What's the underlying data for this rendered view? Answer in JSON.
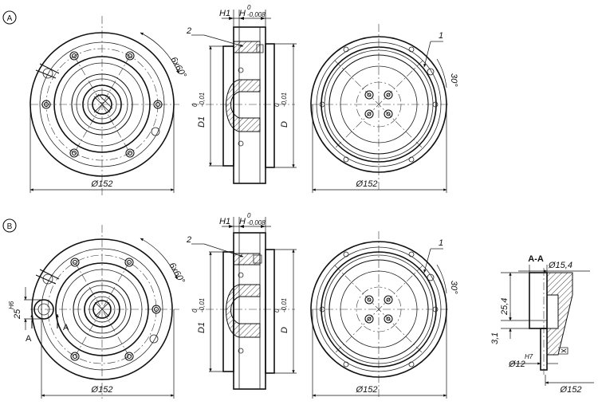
{
  "variant_a": {
    "marker": "A",
    "front": {
      "dia": "Ø152",
      "holes": "6x60°"
    },
    "side": {
      "h1": "H1",
      "h": "H",
      "h_tol_top": "0",
      "h_tol_bot": "-0,008",
      "d1": "D1",
      "d1_tol_top": "0",
      "d1_tol_bot": "-0,01",
      "d": "D",
      "d_tol_top": "0",
      "d_tol_bot": "-0,01",
      "callout": "2"
    },
    "rear": {
      "dia": "Ø152",
      "angle": "30°",
      "callout": "1"
    }
  },
  "variant_b": {
    "marker": "B",
    "front": {
      "dia": "Ø152",
      "holes": "6x60°",
      "pos": "25",
      "pos_tol": "H6",
      "section_left": "A",
      "section_right": "A"
    },
    "side": {
      "h1": "H1",
      "h": "H",
      "h_tol_top": "0",
      "h_tol_bot": "-0,008",
      "d1": "D1",
      "d1_tol_top": "0",
      "d1_tol_bot": "-0,01",
      "d": "D",
      "d_tol_top": "0",
      "d_tol_bot": "-0,01",
      "callout": "2"
    },
    "rear": {
      "dia": "Ø152",
      "angle": "30°",
      "callout": "1"
    }
  },
  "section_aa": {
    "title": "A-A",
    "d_top": "Ø15,4",
    "h": "25,4",
    "t": "3,1",
    "d_bore": "Ø12",
    "d_bore_tol": "H7",
    "d_outer": "Ø152"
  }
}
